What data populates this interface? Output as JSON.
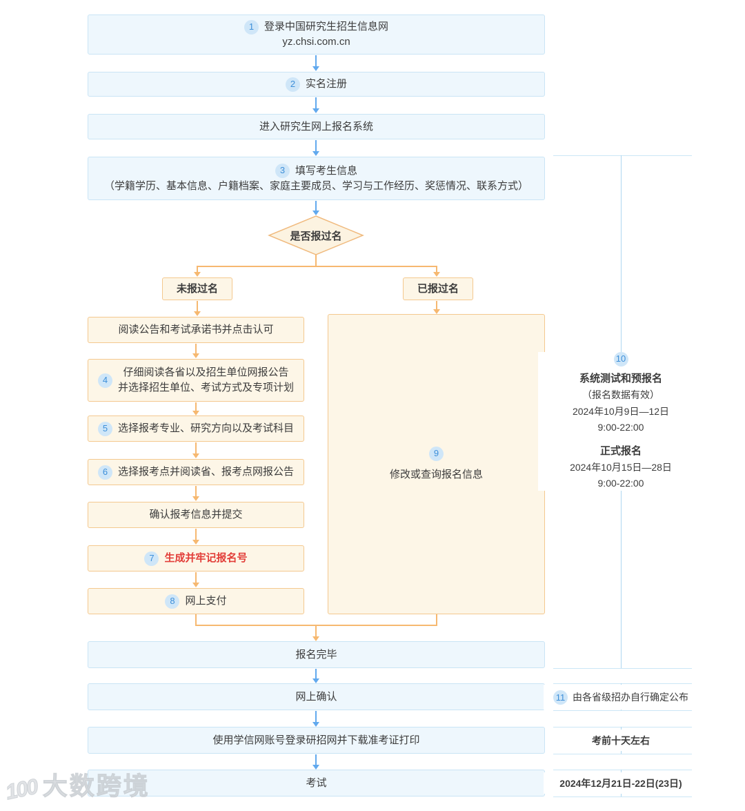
{
  "colors": {
    "blue_box_bg": "#eef7fd",
    "blue_box_border": "#c9e4f5",
    "orange_box_bg": "#fdf6e7",
    "orange_box_border": "#f4c88e",
    "blue_arrow": "#61a9ee",
    "orange_arrow": "#f6b870",
    "number_circle_bg": "#cfe6f8",
    "number_circle_text": "#3d8fd9",
    "highlight_red": "#e23d38",
    "side_line": "#cbe6f6",
    "text": "#3c3c3c"
  },
  "flow": {
    "login": {
      "num": "1",
      "title": "登录中国研究生招生信息网",
      "url": "yz.chsi.com.cn"
    },
    "register": {
      "num": "2",
      "label": "实名注册"
    },
    "enter_system": {
      "label": "进入研究生网上报名系统"
    },
    "fill_info": {
      "num": "3",
      "label": "填写考生信息",
      "detail": "（学籍学历、基本信息、户籍档案、家庭主要成员、学习与工作经历、奖惩情况、联系方式）"
    },
    "decision": {
      "label": "是否报过名"
    },
    "branch_not_registered": {
      "label": "未报过名"
    },
    "branch_registered": {
      "label": "已报过名"
    },
    "left_steps": [
      {
        "label": "阅读公告和考试承诺书并点击认可"
      },
      {
        "num": "4",
        "line1": "仔细阅读各省以及招生单位网报公告",
        "line2": "并选择招生单位、考试方式及专项计划"
      },
      {
        "num": "5",
        "label": "选择报考专业、研究方向以及考试科目"
      },
      {
        "num": "6",
        "label": "选择报考点并阅读省、报考点网报公告"
      },
      {
        "label": "确认报考信息并提交"
      },
      {
        "num": "7",
        "label": "生成并牢记报名号"
      },
      {
        "num": "8",
        "label": "网上支付"
      }
    ],
    "modify_query": {
      "num": "9",
      "label": "修改或查询报名信息"
    },
    "done": {
      "label": "报名完毕"
    },
    "online_confirm": {
      "label": "网上确认"
    },
    "print_ticket": {
      "label": "使用学信网账号登录研招网并下载准考证打印"
    },
    "exam": {
      "label": "考试"
    }
  },
  "sidebar": {
    "schedule": {
      "num": "10",
      "phase1_title": "系统测试和预报名",
      "phase1_note": "（报名数据有效）",
      "phase1_date": "2024年10月9日—12日",
      "phase1_time": "9:00-22:00",
      "phase2_title": "正式报名",
      "phase2_date": "2024年10月15日—28日",
      "phase2_time": "9:00-22:00"
    },
    "confirm_note": {
      "num": "11",
      "label": "由各省级招办自行确定公布"
    },
    "print_note": "考前十天左右",
    "exam_date": "2024年12月21日-22日(23日)"
  },
  "watermark": {
    "logo": "100",
    "label": "大数跨境"
  }
}
